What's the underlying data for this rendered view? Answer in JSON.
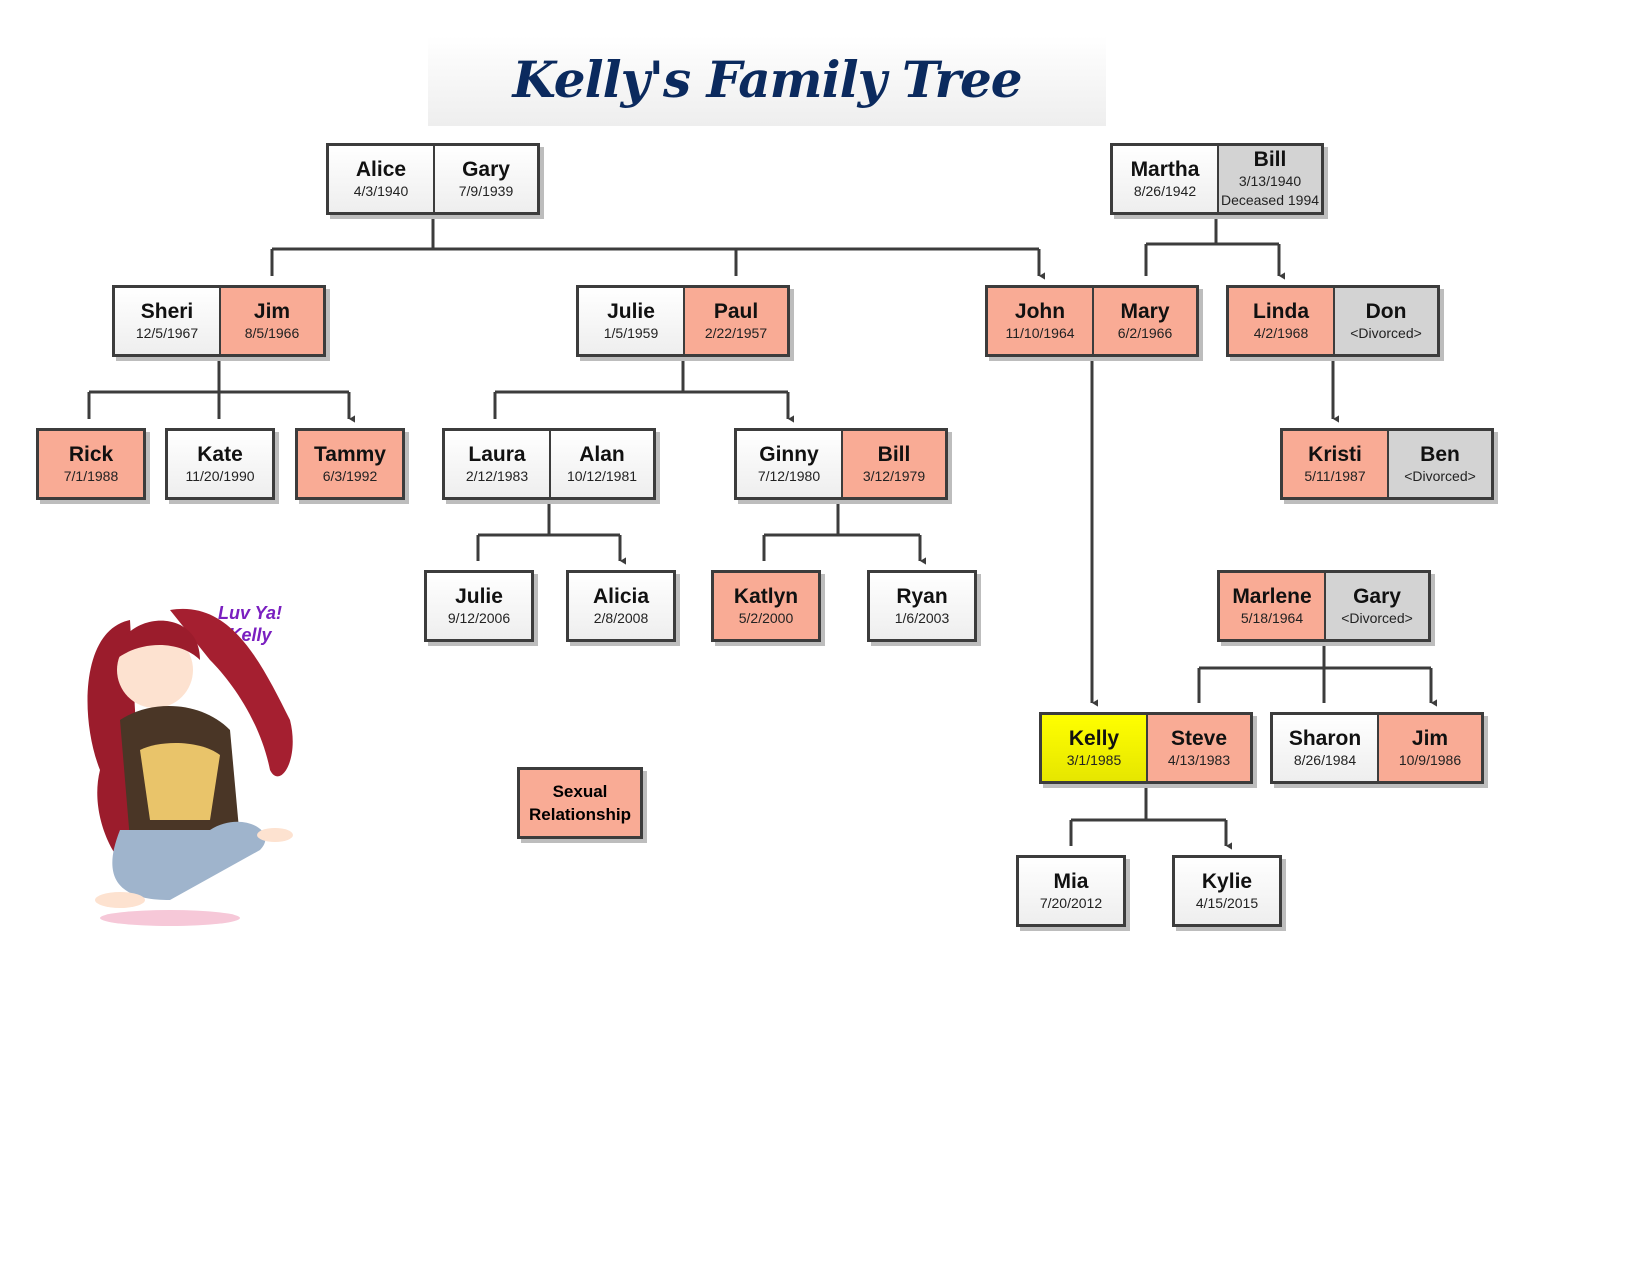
{
  "title": "Kelly's Family Tree",
  "colors": {
    "white": "#f4f4f4",
    "salmon": "#f9ab95",
    "gray": "#d3d3d3",
    "yellow": "#f0f000",
    "line": "#3c3c3c",
    "title": "#0b2a5e"
  },
  "units": [
    {
      "members": [
        {
          "name": "Alice",
          "date": "4/3/1940",
          "type": "white"
        },
        {
          "name": "Gary",
          "date": "7/9/1939",
          "type": "white"
        }
      ]
    },
    {
      "members": [
        {
          "name": "Martha",
          "date": "8/26/1942",
          "type": "white"
        },
        {
          "name": "Bill",
          "date": "3/13/1940",
          "note": "Deceased 1994",
          "type": "gray"
        }
      ]
    },
    {
      "members": [
        {
          "name": "Sheri",
          "date": "12/5/1967",
          "type": "white"
        },
        {
          "name": "Jim",
          "date": "8/5/1966",
          "type": "salmon"
        }
      ]
    },
    {
      "members": [
        {
          "name": "Julie",
          "date": "1/5/1959",
          "type": "white"
        },
        {
          "name": "Paul",
          "date": "2/22/1957",
          "type": "salmon"
        }
      ]
    },
    {
      "members": [
        {
          "name": "John",
          "date": "11/10/1964",
          "type": "salmon"
        },
        {
          "name": "Mary",
          "date": "6/2/1966",
          "type": "salmon"
        }
      ]
    },
    {
      "members": [
        {
          "name": "Linda",
          "date": "4/2/1968",
          "type": "salmon"
        },
        {
          "name": "Don",
          "date": "<Divorced>",
          "type": "gray"
        }
      ]
    },
    {
      "members": [
        {
          "name": "Rick",
          "date": "7/1/1988",
          "type": "salmon"
        }
      ]
    },
    {
      "members": [
        {
          "name": "Kate",
          "date": "11/20/1990",
          "type": "white"
        }
      ]
    },
    {
      "members": [
        {
          "name": "Tammy",
          "date": "6/3/1992",
          "type": "salmon"
        }
      ]
    },
    {
      "members": [
        {
          "name": "Laura",
          "date": "2/12/1983",
          "type": "white"
        },
        {
          "name": "Alan",
          "date": "10/12/1981",
          "type": "white"
        }
      ]
    },
    {
      "members": [
        {
          "name": "Ginny",
          "date": "7/12/1980",
          "type": "white"
        },
        {
          "name": "Bill",
          "date": "3/12/1979",
          "type": "salmon"
        }
      ]
    },
    {
      "members": [
        {
          "name": "Kristi",
          "date": "5/11/1987",
          "type": "salmon"
        },
        {
          "name": "Ben",
          "date": "<Divorced>",
          "type": "gray"
        }
      ]
    },
    {
      "members": [
        {
          "name": "Julie",
          "date": "9/12/2006",
          "type": "white"
        }
      ]
    },
    {
      "members": [
        {
          "name": "Alicia",
          "date": "2/8/2008",
          "type": "white"
        }
      ]
    },
    {
      "members": [
        {
          "name": "Katlyn",
          "date": "5/2/2000",
          "type": "salmon"
        }
      ]
    },
    {
      "members": [
        {
          "name": "Ryan",
          "date": "1/6/2003",
          "type": "white"
        }
      ]
    },
    {
      "members": [
        {
          "name": "Marlene",
          "date": "5/18/1964",
          "type": "salmon"
        },
        {
          "name": "Gary",
          "date": "<Divorced>",
          "type": "gray"
        }
      ]
    },
    {
      "members": [
        {
          "name": "Kelly",
          "date": "3/1/1985",
          "type": "yellow"
        },
        {
          "name": "Steve",
          "date": "4/13/1983",
          "type": "salmon"
        }
      ]
    },
    {
      "members": [
        {
          "name": "Sharon",
          "date": "8/26/1984",
          "type": "white"
        },
        {
          "name": "Jim",
          "date": "10/9/1986",
          "type": "salmon"
        }
      ]
    },
    {
      "members": [
        {
          "name": "Mia",
          "date": "7/20/2012",
          "type": "white"
        }
      ]
    },
    {
      "members": [
        {
          "name": "Kylie",
          "date": "4/15/2015",
          "type": "white"
        }
      ]
    }
  ],
  "legend": {
    "line1": "Sexual",
    "line2": "Relationship"
  },
  "note": {
    "line1": "Luv Ya!",
    "line2": "Kelly"
  }
}
